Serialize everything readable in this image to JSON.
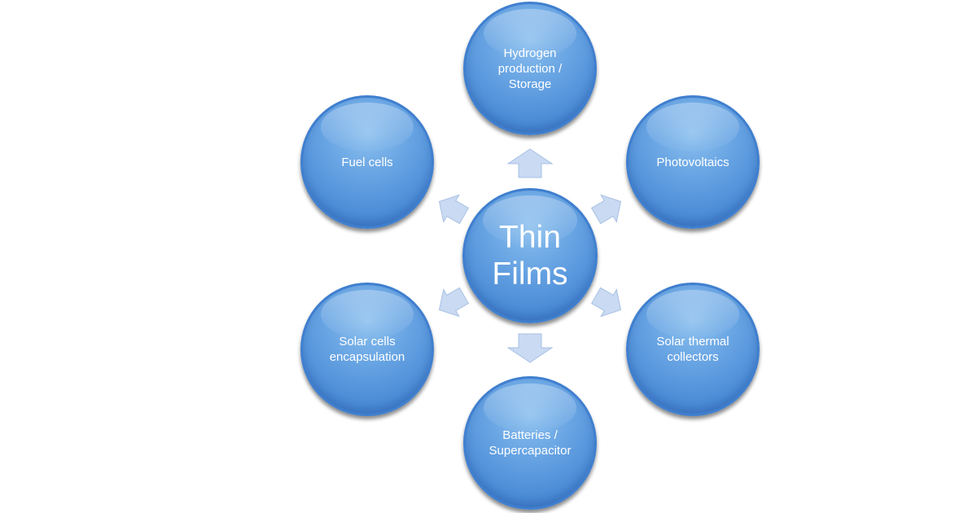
{
  "diagram": {
    "center": {
      "label": "Thin\nFilms"
    },
    "nodes": [
      {
        "id": "hydrogen",
        "label": "Hydrogen\nproduction /\nStorage"
      },
      {
        "id": "photovoltaics",
        "label": "Photovoltaics"
      },
      {
        "id": "solar-thermal",
        "label": "Solar thermal\ncollectors"
      },
      {
        "id": "batteries",
        "label": "Batteries /\nSupercapacitor"
      },
      {
        "id": "solar-cells",
        "label": "Solar cells\nencapsulation"
      },
      {
        "id": "fuel-cells",
        "label": "Fuel cells"
      }
    ],
    "colors": {
      "node_fill": "#5b9be0",
      "node_border": "#3f7fcf",
      "arrow_fill": "#c9daf2",
      "text": "#ffffff"
    }
  }
}
